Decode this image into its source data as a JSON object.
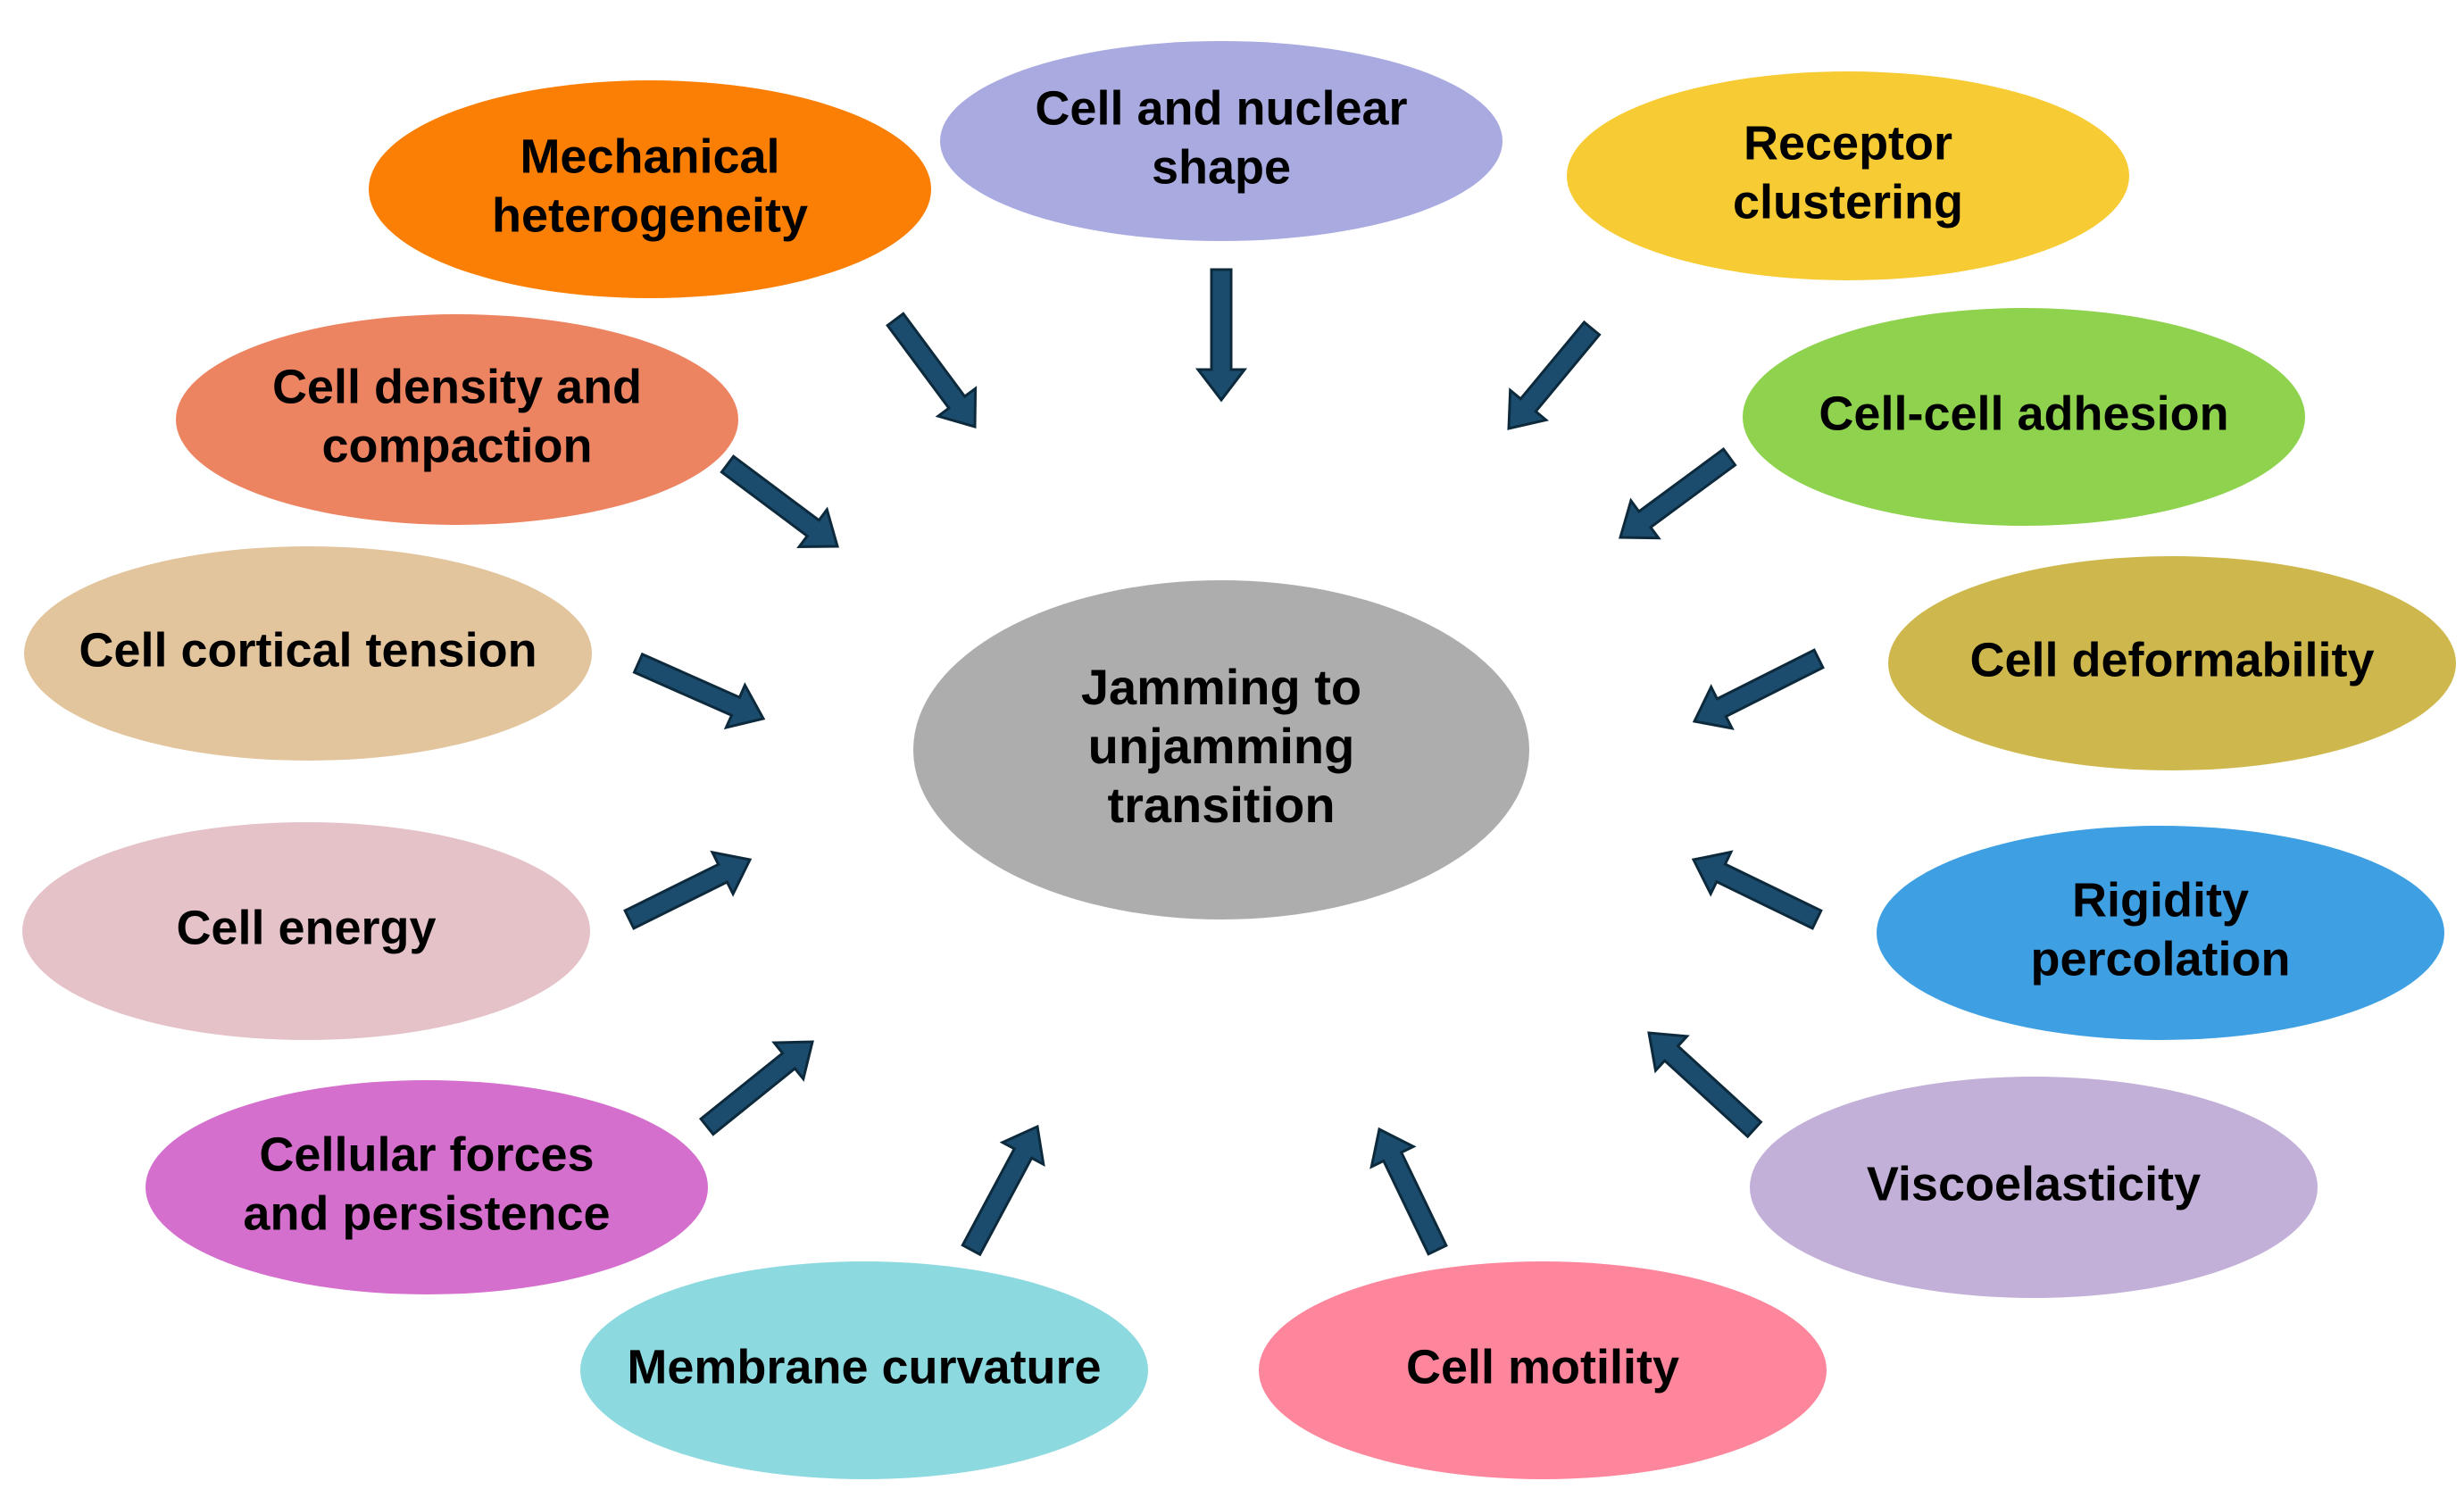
{
  "center": {
    "lines": [
      "Jamming to",
      "unjamming",
      "transition"
    ],
    "color": "#ADADAD"
  },
  "factors": [
    {
      "id": "mechanical-heterogeneity",
      "lines": [
        "Mechanical",
        "heterogeneity"
      ],
      "color": "#FB7F04"
    },
    {
      "id": "cell-and-nuclear-shape",
      "lines": [
        "Cell and nuclear",
        "shape"
      ],
      "color": "#A8AAE0"
    },
    {
      "id": "receptor-clustering",
      "lines": [
        "Receptor",
        "clustering"
      ],
      "color": "#F7CB33"
    },
    {
      "id": "cell-density-and-compaction",
      "lines": [
        "Cell density and",
        "compaction"
      ],
      "color": "#EC8462"
    },
    {
      "id": "cell-cell-adhesion",
      "lines": [
        "Cell-cell adhesion"
      ],
      "color": "#8ED24E"
    },
    {
      "id": "cell-cortical-tension",
      "lines": [
        "Cell cortical tension"
      ],
      "color": "#E2C49D"
    },
    {
      "id": "cell-deformability",
      "lines": [
        "Cell deformability"
      ],
      "color": "#CEB84E"
    },
    {
      "id": "cell-energy",
      "lines": [
        "Cell energy"
      ],
      "color": "#E4C2C8"
    },
    {
      "id": "rigidity-percolation",
      "lines": [
        "Rigidity",
        "percolation"
      ],
      "color": "#3EA0E3"
    },
    {
      "id": "cellular-forces-and-persistence",
      "lines": [
        "Cellular forces",
        "and persistence"
      ],
      "color": "#D56FCE"
    },
    {
      "id": "viscoelasticity",
      "lines": [
        "Viscoelasticity"
      ],
      "color": "#C2B0D8"
    },
    {
      "id": "membrane-curvature",
      "lines": [
        "Membrane curvature"
      ],
      "color": "#8DD9E0"
    },
    {
      "id": "cell-motility",
      "lines": [
        "Cell motility"
      ],
      "color": "#FD869C"
    }
  ],
  "arrows": [
    {
      "direction": "inward"
    },
    {
      "direction": "inward"
    },
    {
      "direction": "inward"
    },
    {
      "direction": "inward"
    },
    {
      "direction": "inward"
    },
    {
      "direction": "inward"
    },
    {
      "direction": "inward"
    },
    {
      "direction": "inward"
    },
    {
      "direction": "inward"
    },
    {
      "direction": "inward"
    },
    {
      "direction": "inward"
    },
    {
      "direction": "inward"
    },
    {
      "direction": "inward"
    }
  ],
  "arrow_color": "#1B4C6E"
}
